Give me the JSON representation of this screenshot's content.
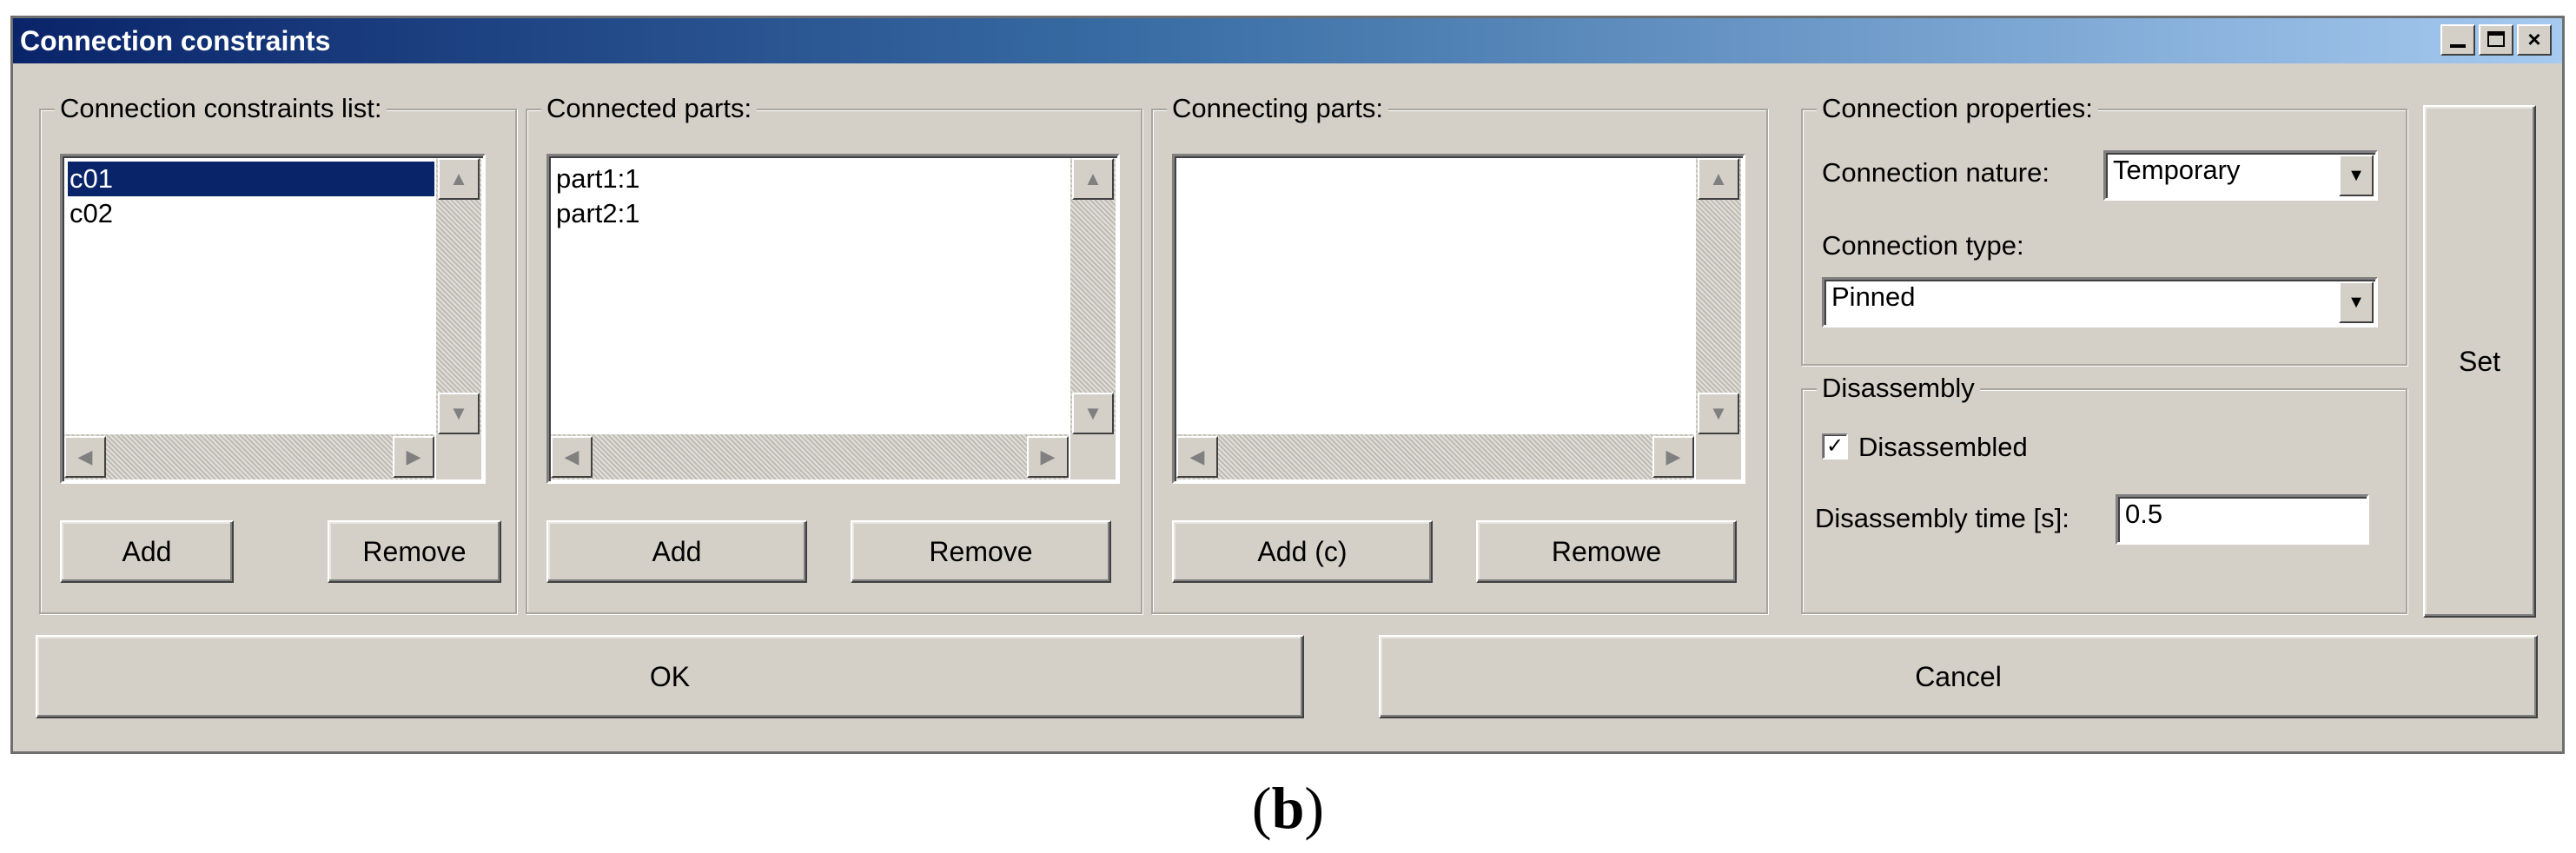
{
  "window": {
    "title": "Connection constraints"
  },
  "window_controls": {
    "minimize": "_",
    "maximize": "□",
    "close": "×"
  },
  "constraints_group": {
    "legend": "Connection constraints list:",
    "items": [
      "c01",
      "c02"
    ],
    "selected": "c01",
    "add_label": "Add",
    "remove_label": "Remove"
  },
  "connected_group": {
    "legend": "Connected parts:",
    "items": [
      "part1:1",
      "part2:1"
    ],
    "add_label": "Add",
    "remove_label": "Remove"
  },
  "connecting_group": {
    "legend": "Connecting parts:",
    "items": [],
    "add_label": "Add (c)",
    "remove_label": "Remowe"
  },
  "properties_group": {
    "legend": "Connection properties:",
    "nature_label": "Connection nature:",
    "nature_value": "Temporary",
    "type_label": "Connection type:",
    "type_value": "Pinned"
  },
  "disassembly_group": {
    "legend": "Disassembly",
    "checkbox_label": "Disassembled",
    "checked": true,
    "time_label": "Disassembly time [s]:",
    "time_value": "0.5"
  },
  "set_label": "Set",
  "ok_label": "OK",
  "cancel_label": "Cancel",
  "caption": {
    "open": "(",
    "letter": "b",
    "close": ")"
  },
  "scroll_glyphs": {
    "up": "▲",
    "down": "▼",
    "left": "◀",
    "right": "▶"
  },
  "check_glyph": "✓",
  "dropdown_glyph": "▼"
}
